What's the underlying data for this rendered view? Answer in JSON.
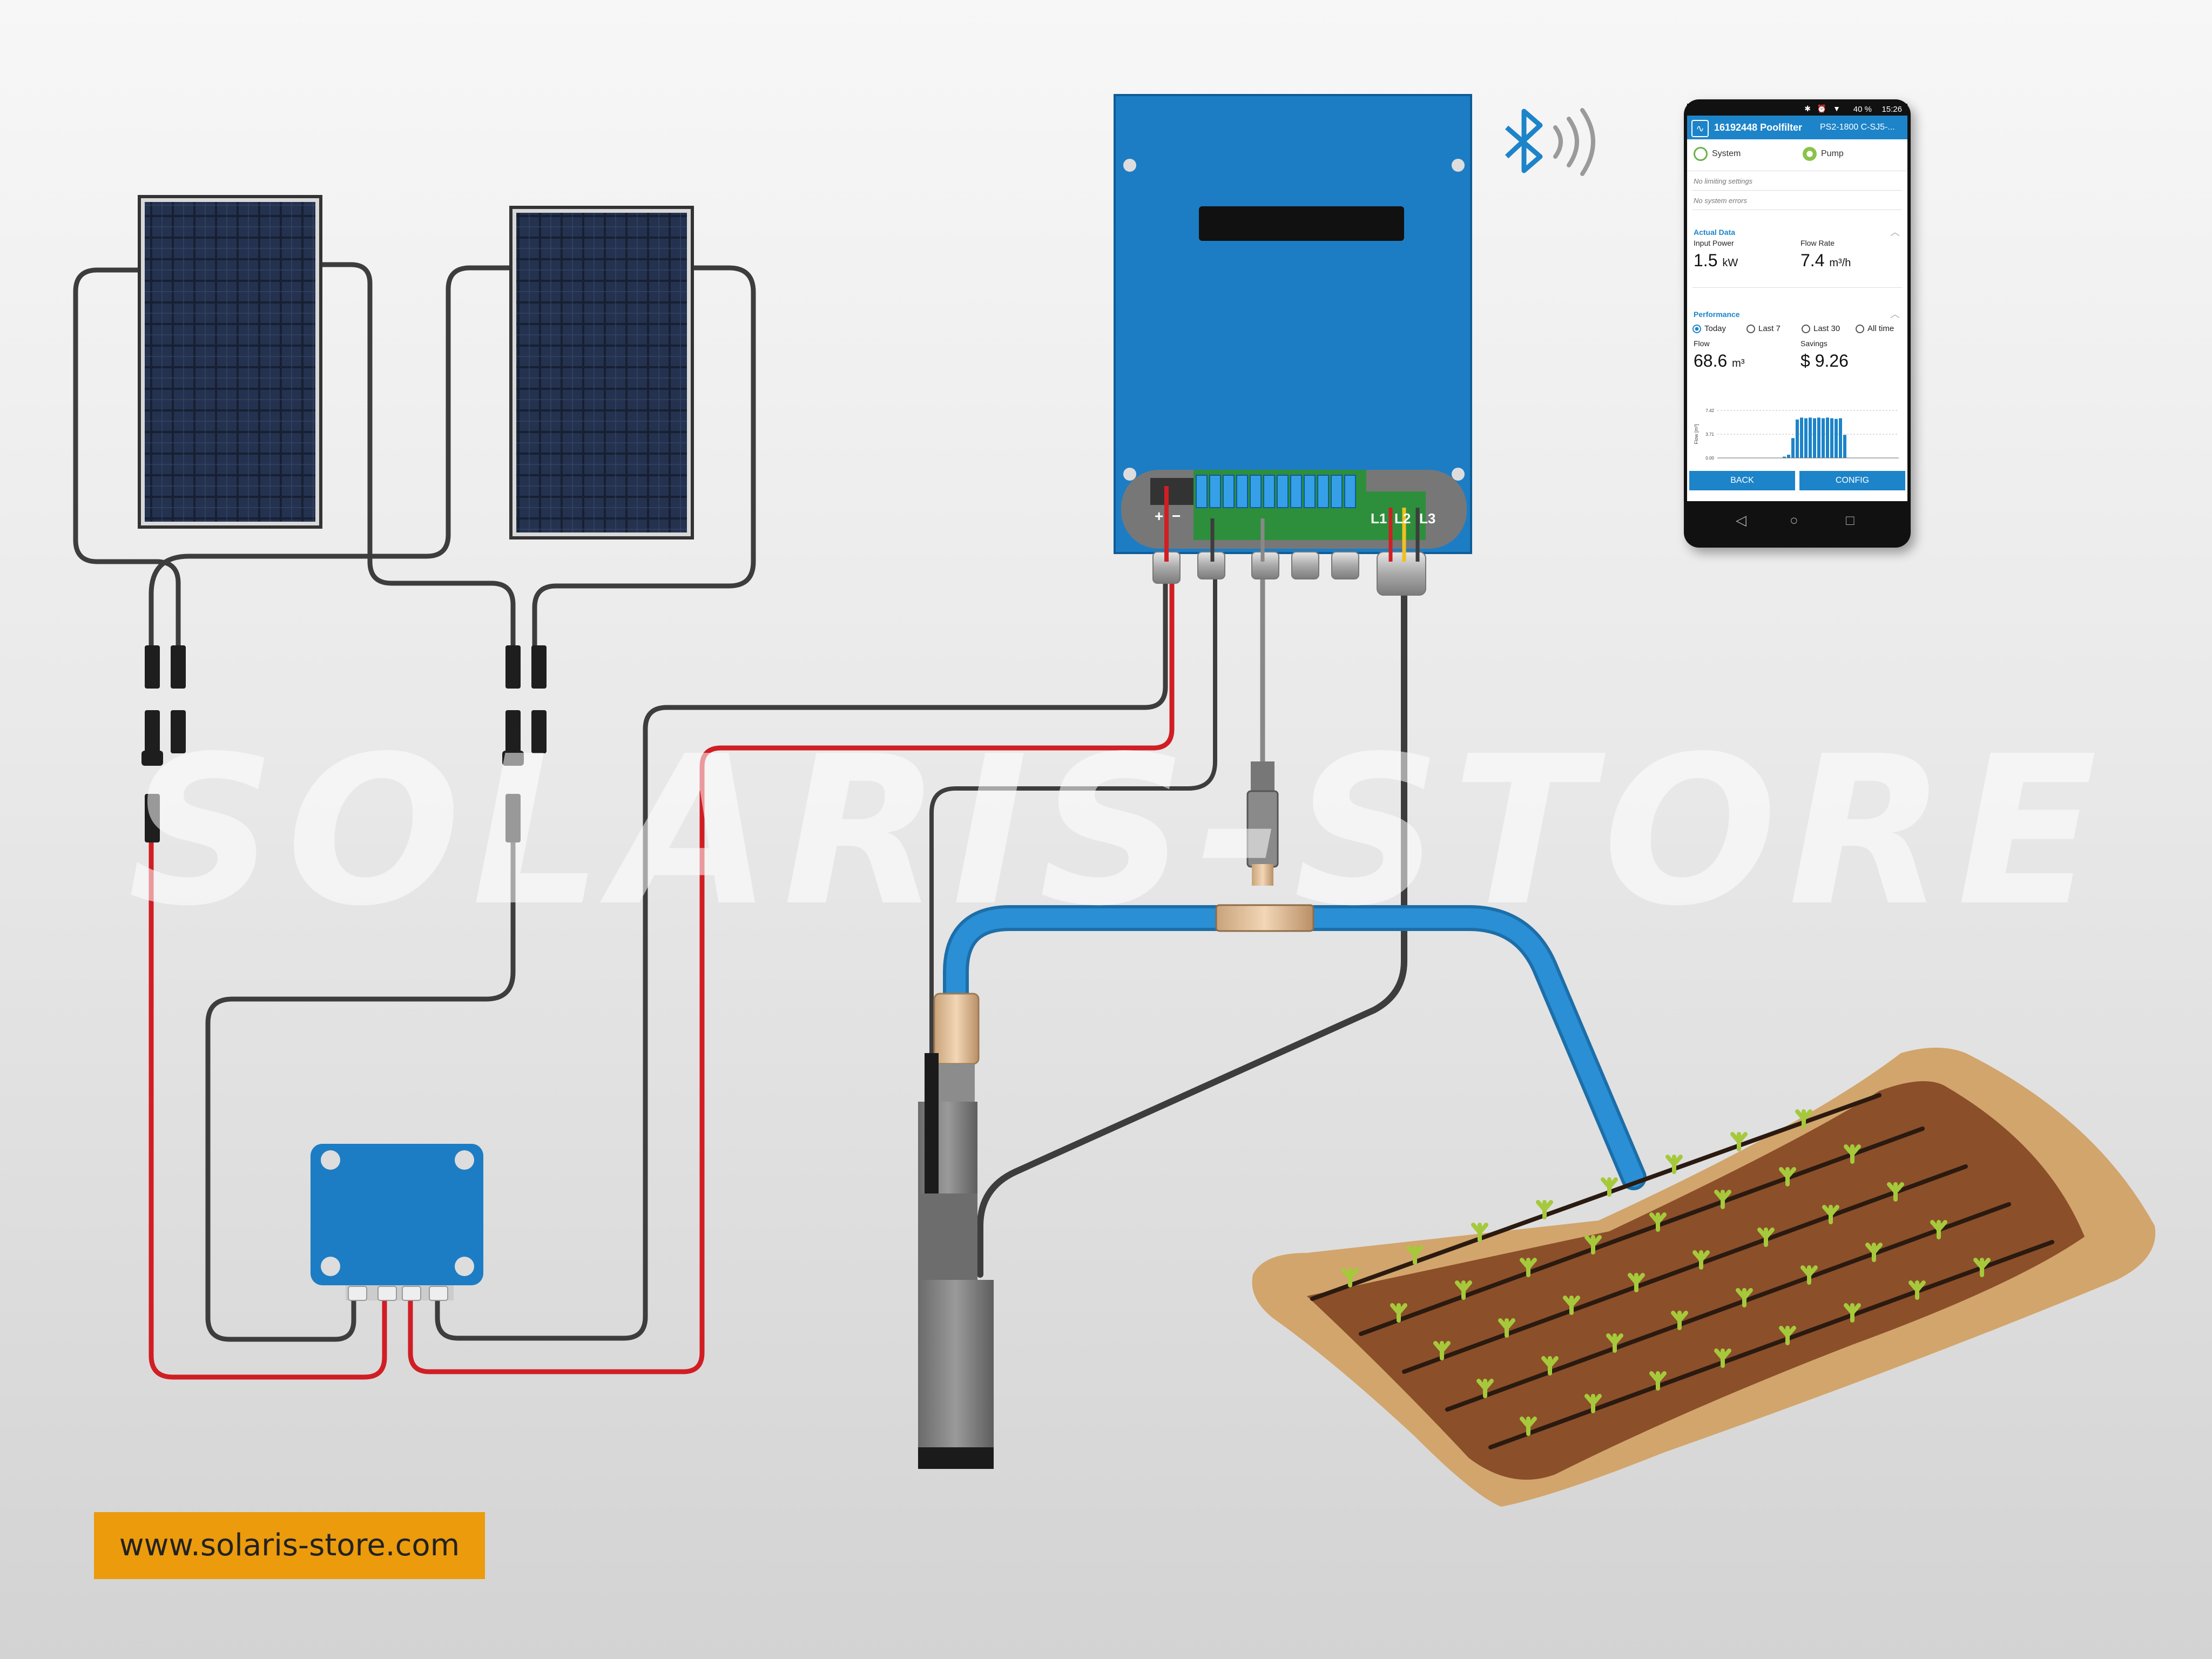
{
  "watermark": "SOLARIS-STORE",
  "website": "www.solaris-store.com",
  "controller": {
    "terminal_labels": [
      "L1",
      "L2",
      "L3"
    ],
    "polarity_labels": [
      "+",
      "−"
    ]
  },
  "icons": {
    "wireless": "bluetooth-icon"
  },
  "colors": {
    "controller_blue": "#1c7dc4",
    "cable_red": "#d01e24",
    "cable_black": "#3d3d3d",
    "pipe_blue": "#2a8fd4",
    "soil": "#8b4f2a",
    "field_border": "#d2a56c",
    "sprout": "#a6c93c",
    "banner": "#eb9b0c",
    "app_blue": "#1d84c9"
  },
  "app": {
    "status_time": "15:26",
    "battery": "40 %",
    "device_id": "16192448 Poolfilter",
    "model": "PS2-1800 C-SJ5-...",
    "tabs": [
      "System",
      "Pump"
    ],
    "no_limiting": "No limiting settings",
    "no_errors": "No system errors",
    "actual_data": {
      "title": "Actual Data",
      "input_power_label": "Input Power",
      "input_power_value": "1.5",
      "input_power_unit": "kW",
      "flow_rate_label": "Flow Rate",
      "flow_rate_value": "7.4",
      "flow_rate_unit": "m³/h"
    },
    "performance": {
      "title": "Performance",
      "periods": [
        "Today",
        "Last 7",
        "Last 30",
        "All time"
      ],
      "flow_label": "Flow",
      "flow_value": "68.6",
      "flow_unit": "m³",
      "savings_label": "Savings",
      "savings_value": "$ 9.26"
    },
    "buttons": {
      "back": "BACK",
      "config": "CONFIG"
    }
  },
  "chart_data": {
    "type": "bar",
    "ylabel": "Flow [m³]",
    "yticks": [
      "7.42",
      "3.71",
      "0.00"
    ],
    "ylim": [
      0,
      7.42
    ],
    "grid": true,
    "values": [
      0,
      0,
      0,
      0,
      0,
      0,
      0,
      0,
      0,
      0,
      0,
      0,
      0,
      0,
      0,
      0.2,
      0.5,
      3.1,
      6.0,
      6.3,
      6.2,
      6.3,
      6.2,
      6.3,
      6.2,
      6.3,
      6.2,
      6.1,
      6.2,
      3.6,
      0,
      0,
      0,
      0,
      0,
      0,
      0,
      0,
      0,
      0,
      0,
      0
    ]
  }
}
